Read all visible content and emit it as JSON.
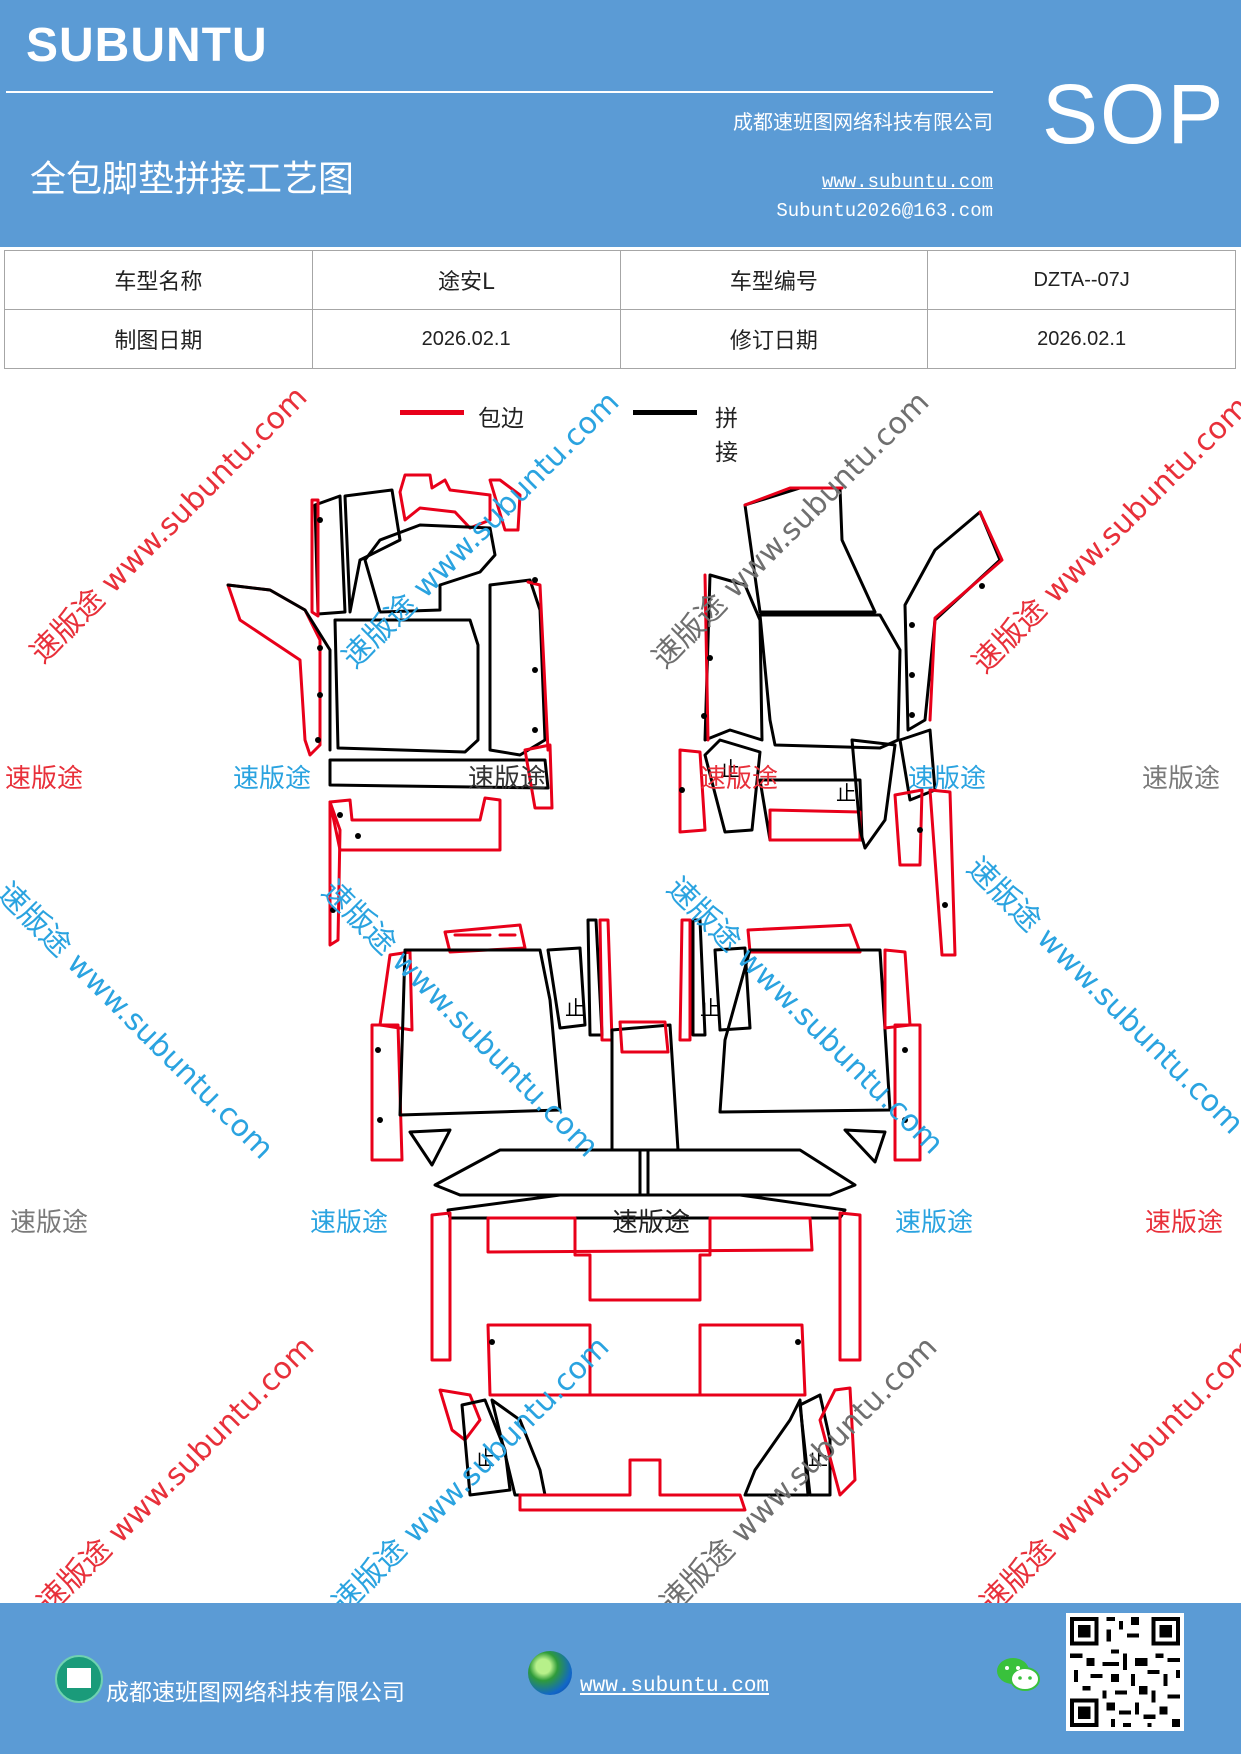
{
  "header": {
    "brand": "SUBUNTU",
    "title": "全包脚垫拼接工艺图",
    "company": "成都速班图网络科技有限公司",
    "website": "www.subuntu.com",
    "email": "Subuntu2026@163.com",
    "badge": "SOP"
  },
  "info_table": {
    "model_name_label": "车型名称",
    "model_name_value": "途安L",
    "model_code_label": "车型编号",
    "model_code_value": "DZTA--07J",
    "drawing_date_label": "制图日期",
    "drawing_date_value": "2026.02.1",
    "revision_date_label": "修订日期",
    "revision_date_value": "2026.02.1"
  },
  "legend": {
    "edge_label": "包边",
    "edge_color": "#e8001a",
    "seam_label": "拼接",
    "seam_color": "#000000"
  },
  "watermarks": {
    "short": "速版途",
    "long": "速版途 www.subuntu.com",
    "colors": {
      "red": "#e8303a",
      "blue": "#2aa3e0",
      "gray": "#7a7a7a"
    }
  },
  "diagram": {
    "stop_mark": "止"
  },
  "footer": {
    "company": "成都速班图网络科技有限公司",
    "website": "www.subuntu.com"
  },
  "icons": [
    "home-icon",
    "globe-icon",
    "wechat-icon",
    "qr-code"
  ]
}
